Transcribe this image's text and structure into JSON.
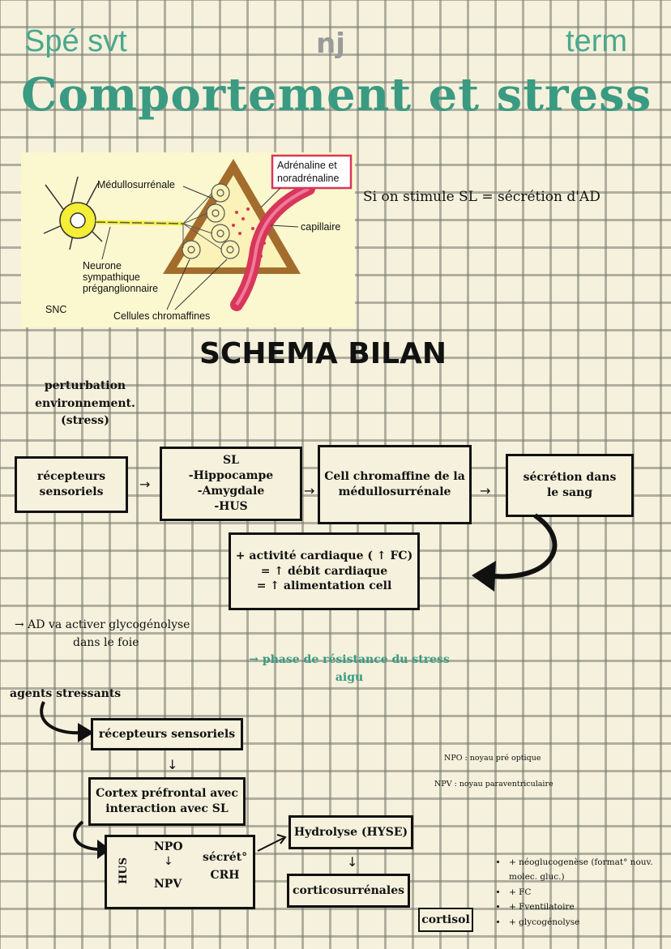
{
  "header": {
    "left": "Spé svt",
    "center": "nj",
    "right": "term",
    "title": "Comportement et stress"
  },
  "figure": {
    "medullo": "Médullosurrénale",
    "adrenaline_line1": "Adrénaline et",
    "adrenaline_line2": "noradrénaline",
    "capillaire": "capillaire",
    "neurone_line1": "Neurone",
    "neurone_line2": "sympathique",
    "neurone_line3": "préganglionnaire",
    "snc": "SNC",
    "chromaffines": "Cellules chromaffines"
  },
  "stim_note": "Si on stimule SL = sécrétion d'AD",
  "schema_title": "SCHEMA BILAN",
  "flow1": {
    "perturbation": [
      "perturbation",
      "environnement.",
      "(stress)"
    ],
    "recepteurs": [
      "récepteurs",
      "sensoriels"
    ],
    "sl": [
      "SL",
      "-Hippocampe",
      "-Amygdale",
      "-HUS"
    ],
    "chromaffine": [
      "Cell chromaffine de la",
      "médullosurrénale"
    ],
    "secretion": [
      "sécrétion dans",
      "le sang"
    ],
    "effects": [
      "+ activité cardiaque ( ↑ FC)",
      "= ↑ débit cardiaque",
      "= ↑ alimentation cell"
    ],
    "arrow": "→"
  },
  "glyco_note": [
    "→ AD va activer glycogénolyse",
    "dans le foie"
  ],
  "phase_note": [
    "→ phase de résistance du stress",
    "aigu"
  ],
  "flow2": {
    "agents": "agents stressants",
    "recepteurs": "récepteurs sensoriels",
    "down_arrow": "↓",
    "cortex": [
      "Cortex préfrontal avec",
      "interaction avec SL"
    ],
    "hus": "HUS",
    "npo": "NPO",
    "npv": "NPV",
    "secret": [
      "sécrét°",
      "CRH"
    ],
    "hydrolyse": "Hydrolyse (HYSE)",
    "cortico": "corticosurrénales",
    "cortisol": "cortisol",
    "npo_def": "NPO : noyau pré optique",
    "npv_def": "NPV : noyau paraventriculaire",
    "effects": [
      "+ néoglucogenèse (format° nouv. molec. gluc.)",
      "+ FC",
      "+ Fventilatoire",
      "+ glycogénolyse"
    ]
  }
}
